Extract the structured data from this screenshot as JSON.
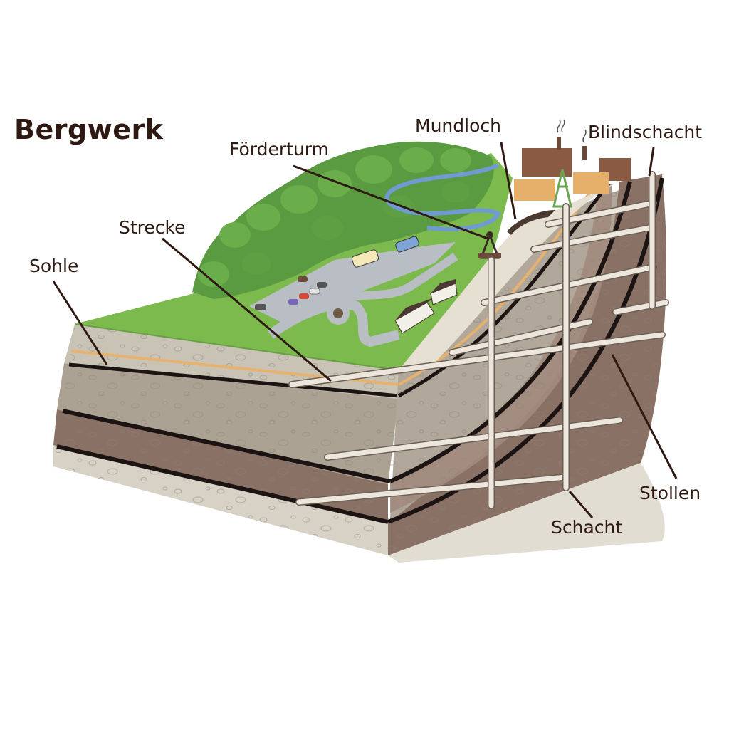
{
  "title": "Bergwerk",
  "labels": {
    "foerderturm": "Förderturm",
    "mundloch": "Mundloch",
    "blindschacht": "Blindschacht",
    "strecke": "Strecke",
    "sohle": "Sohle",
    "stollen": "Stollen",
    "schacht": "Schacht"
  },
  "colors": {
    "text": "#2e1a12",
    "grass": "#7cba4e",
    "forest": "#4f8f3a",
    "river": "#6f9bd1",
    "road": "#b9bec4",
    "rock_light": "#d9d4c8",
    "rock_mid": "#a89e91",
    "rock_dark": "#7b6357",
    "seam": "#1c1412",
    "sand_stripe": "#e6b270",
    "tunnel": "#ece6dc"
  },
  "icons": [
    "tree-icon",
    "car-icon",
    "bus-icon",
    "house-icon",
    "headframe-icon",
    "factory-icon",
    "smoke-icon"
  ]
}
